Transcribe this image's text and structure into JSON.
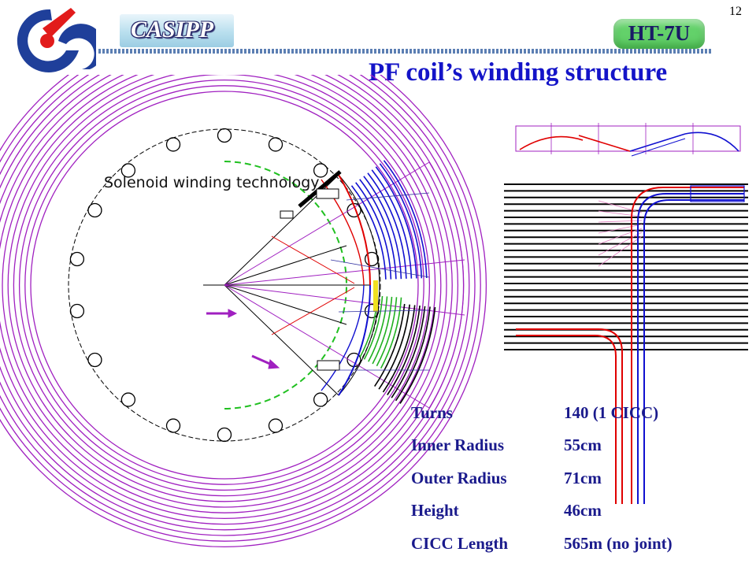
{
  "header": {
    "casipp_label": "CASIPP",
    "ht7u_label": "HT-7U",
    "page_number": "12",
    "title": "PF coil’s winding structure"
  },
  "drawing": {
    "caption": "Solenoid winding technology",
    "colors": {
      "rings": "#a020c0",
      "red": "#e00000",
      "blue": "#1010d0",
      "green": "#20c020",
      "black": "#000000"
    }
  },
  "specs": [
    {
      "label": "Turns",
      "value": "140 (1 CICC)"
    },
    {
      "label": "Inner Radius",
      "value": "55cm"
    },
    {
      "label": "Outer Radius",
      "value": "71cm"
    },
    {
      "label": "Height",
      "value": "46cm"
    },
    {
      "label": "CICC Length",
      "value": "565m (no joint)"
    }
  ]
}
